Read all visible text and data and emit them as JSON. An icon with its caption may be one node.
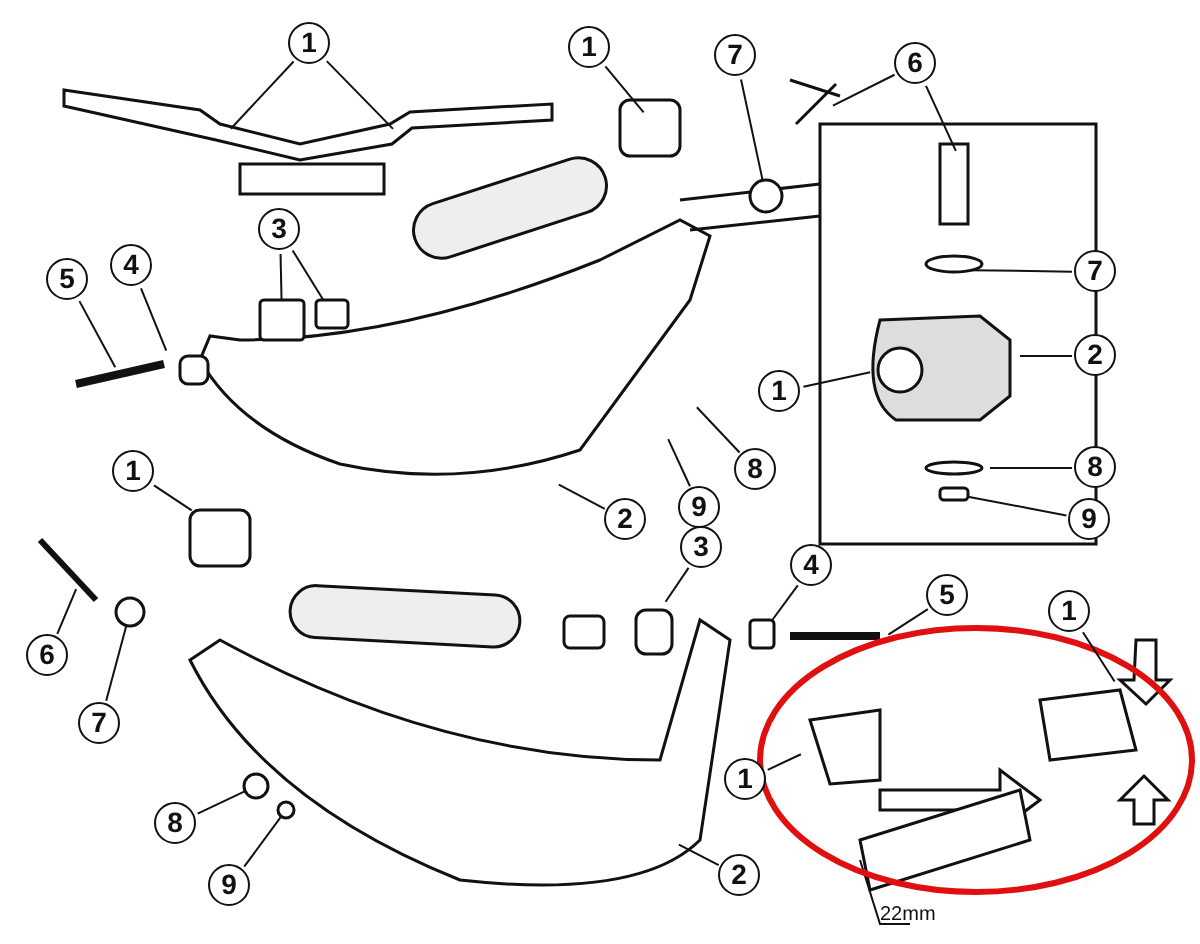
{
  "diagram": {
    "nodes": [
      {
        "text": [
          "1"
        ]
      },
      {
        "text": [
          "1"
        ]
      },
      {
        "text": [
          "7"
        ]
      },
      {
        "text": [
          "6"
        ]
      },
      {
        "text": [
          "3"
        ]
      },
      {
        "text": [
          "4"
        ]
      },
      {
        "text": [
          "5"
        ]
      },
      {
        "text": [
          "7"
        ]
      },
      {
        "text": [
          "1"
        ]
      },
      {
        "text": [
          "2"
        ]
      },
      {
        "text": [
          "1"
        ]
      },
      {
        "text": [
          "8"
        ]
      },
      {
        "text": [
          "2"
        ]
      },
      {
        "text": [
          "9"
        ]
      },
      {
        "text": [
          "8"
        ]
      },
      {
        "text": [
          "9"
        ]
      },
      {
        "text": [
          "3"
        ]
      },
      {
        "text": [
          "4"
        ]
      },
      {
        "text": [
          "5"
        ]
      },
      {
        "text": [
          "1"
        ]
      },
      {
        "text": [
          "6"
        ]
      },
      {
        "text": [
          "7"
        ]
      },
      {
        "text": [
          "1"
        ]
      },
      {
        "text": [
          "8"
        ]
      },
      {
        "text": [
          "9"
        ]
      },
      {
        "text": [
          "2"
        ]
      },
      {
        "text": [],
        "shape": "circle"
      },
      {
        "text": [],
        "shape": "box"
      },
      {
        "text": [],
        "shape": "box"
      },
      {
        "text": [],
        "shape": "box"
      },
      {
        "text": [],
        "shape": "box"
      },
      {
        "text": [],
        "shape": "circle"
      },
      {
        "text": [],
        "shape": "circle"
      },
      {
        "text": [],
        "shape": "circle"
      }
    ],
    "edges": [
      {
        "from": 0,
        "to": null,
        "arrow": "none"
      },
      {
        "from": 0,
        "to": null,
        "arrow": "none"
      },
      {
        "from": 1,
        "to": null,
        "arrow": "none"
      },
      {
        "from": 2,
        "to": 26,
        "arrow": "none"
      },
      {
        "from": 3,
        "to": null,
        "arrow": "none"
      },
      {
        "from": 3,
        "to": null,
        "arrow": "none"
      },
      {
        "from": 4,
        "to": 27,
        "arrow": "none"
      },
      {
        "from": 4,
        "to": 28,
        "arrow": "none"
      },
      {
        "from": 5,
        "to": null,
        "arrow": "none"
      },
      {
        "from": 6,
        "to": null,
        "arrow": "none"
      },
      {
        "from": 7,
        "to": null,
        "arrow": "none"
      },
      {
        "from": 8,
        "to": null,
        "arrow": "none"
      },
      {
        "from": 9,
        "to": null,
        "arrow": "none"
      },
      {
        "from": 10,
        "to": null,
        "arrow": "none"
      },
      {
        "from": 11,
        "to": null,
        "arrow": "none"
      },
      {
        "from": 12,
        "to": null,
        "arrow": "none"
      },
      {
        "from": 13,
        "to": null,
        "arrow": "none"
      },
      {
        "from": 14,
        "to": null,
        "arrow": "none"
      },
      {
        "from": 15,
        "to": 29,
        "arrow": "none"
      },
      {
        "from": 16,
        "to": null,
        "arrow": "none"
      },
      {
        "from": 17,
        "to": 30,
        "arrow": "none"
      },
      {
        "from": 18,
        "to": null,
        "arrow": "none"
      },
      {
        "from": 19,
        "to": null,
        "arrow": "none"
      },
      {
        "from": 20,
        "to": null,
        "arrow": "none"
      },
      {
        "from": 21,
        "to": 31,
        "arrow": "none"
      },
      {
        "from": 22,
        "to": null,
        "arrow": "none"
      },
      {
        "from": 23,
        "to": 32,
        "arrow": "none"
      },
      {
        "from": 24,
        "to": 33,
        "arrow": "none"
      },
      {
        "from": 25,
        "to": null,
        "arrow": "none"
      }
    ],
    "labels": [
      "22mm"
    ]
  }
}
